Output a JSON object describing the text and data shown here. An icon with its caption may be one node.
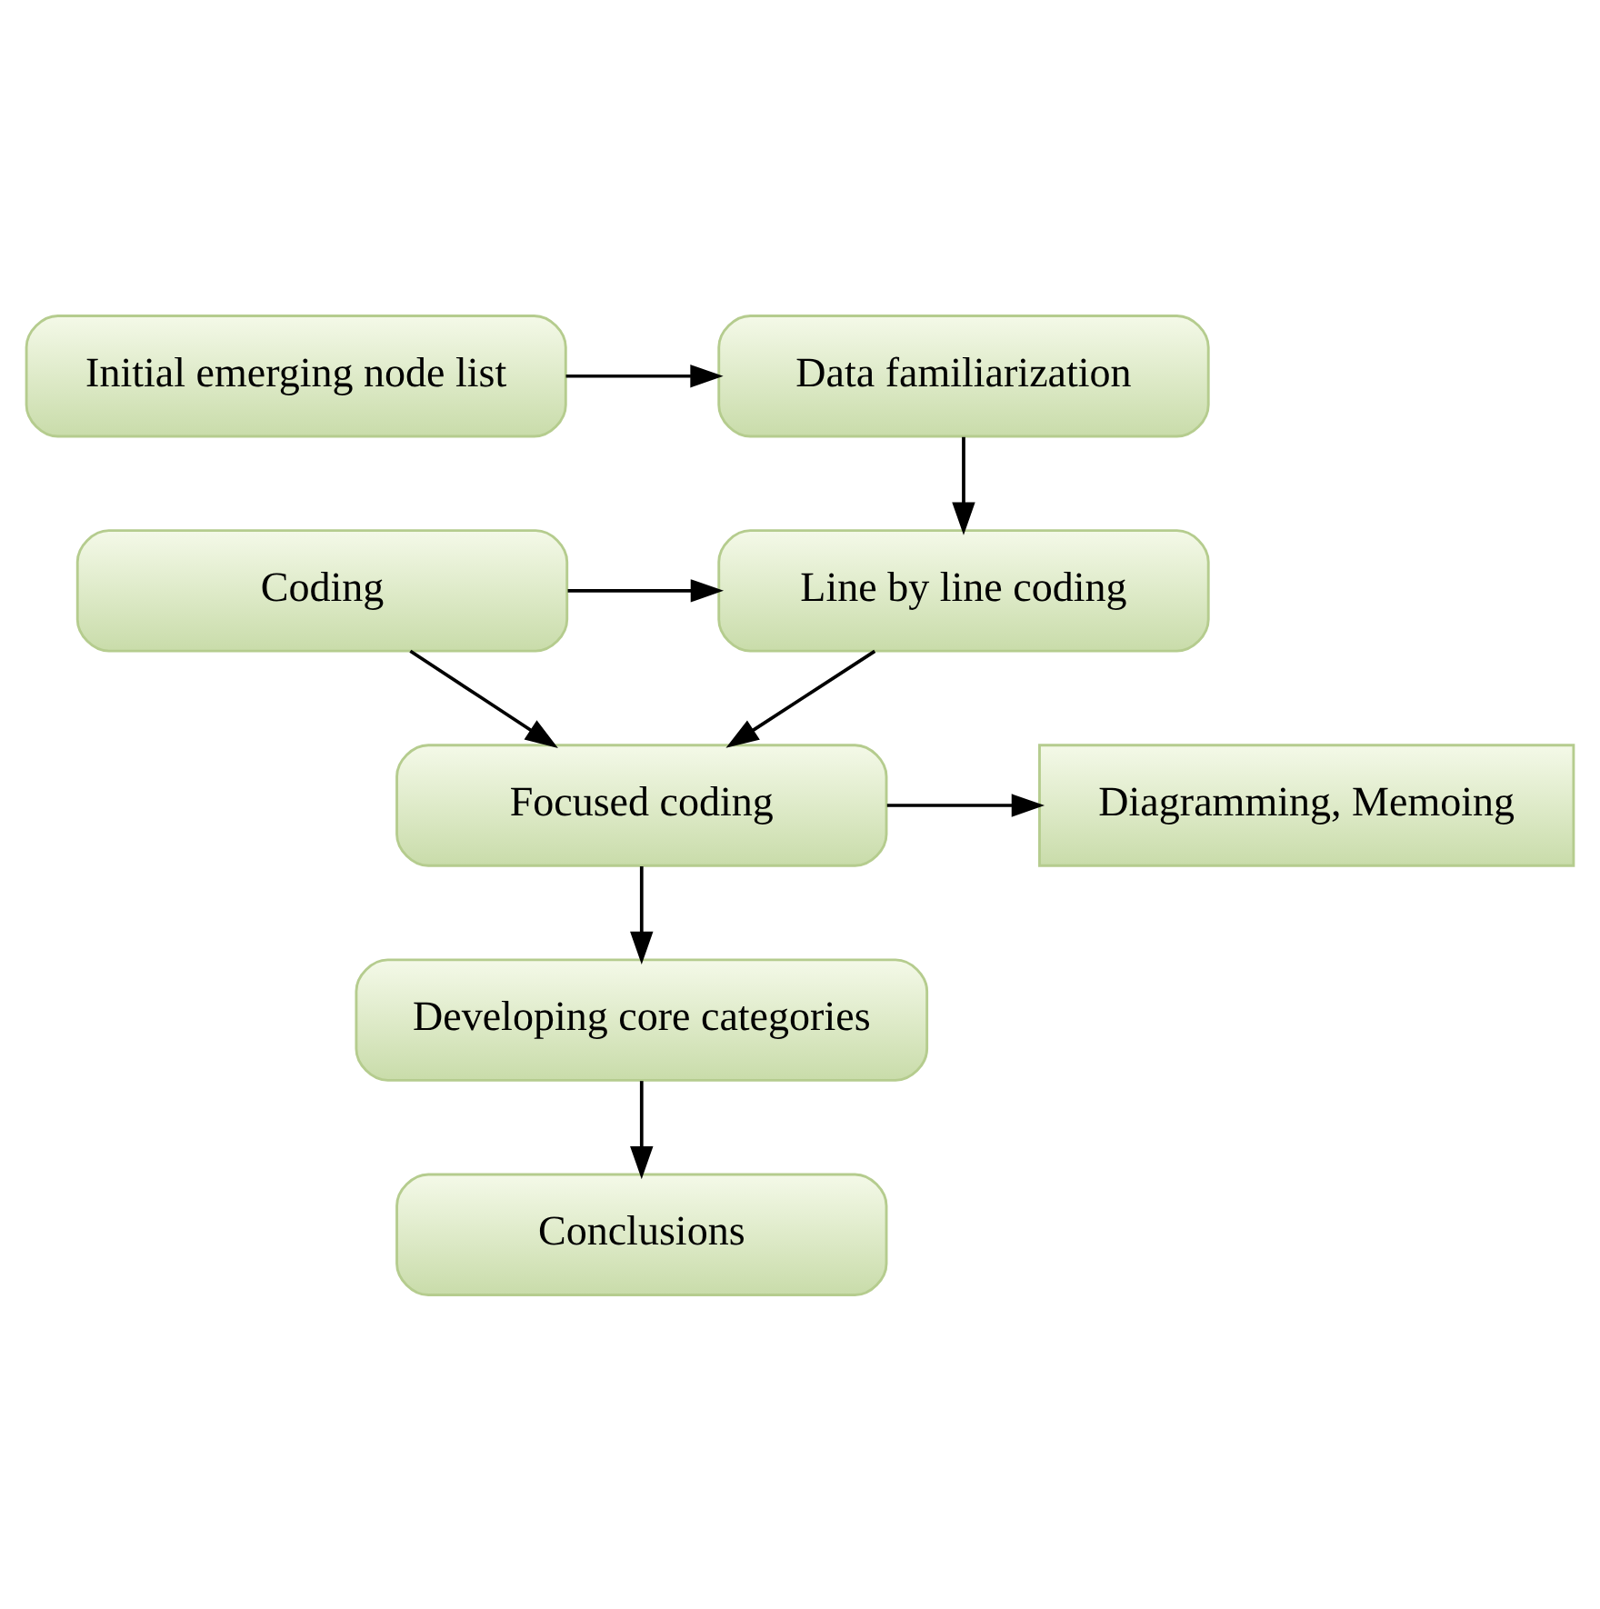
{
  "diagram": {
    "nodes": [
      {
        "text": [
          "Data familiarization"
        ]
      },
      {
        "text": [
          "Initial emerging node list"
        ]
      },
      {
        "text": [
          "Line by line coding"
        ]
      },
      {
        "text": [
          "Coding"
        ]
      },
      {
        "text": [
          "Focused coding"
        ]
      },
      {
        "text": [
          "Diagramming, Memoing"
        ]
      },
      {
        "text": [
          "Developing core categories"
        ]
      },
      {
        "text": [
          "Conclusions"
        ]
      }
    ],
    "edges": [
      {
        "from": 1,
        "to": 0,
        "arrow": "to"
      },
      {
        "from": 0,
        "to": 2,
        "arrow": "to"
      },
      {
        "from": 2,
        "to": 4,
        "arrow": "to"
      },
      {
        "from": 3,
        "to": 2,
        "arrow": "to"
      },
      {
        "from": 3,
        "to": 4,
        "arrow": "to"
      },
      {
        "from": 4,
        "to": 6,
        "arrow": "to"
      },
      {
        "from": 4,
        "to": 5,
        "arrow": "to"
      },
      {
        "from": 6,
        "to": 7,
        "arrow": "to"
      }
    ]
  }
}
